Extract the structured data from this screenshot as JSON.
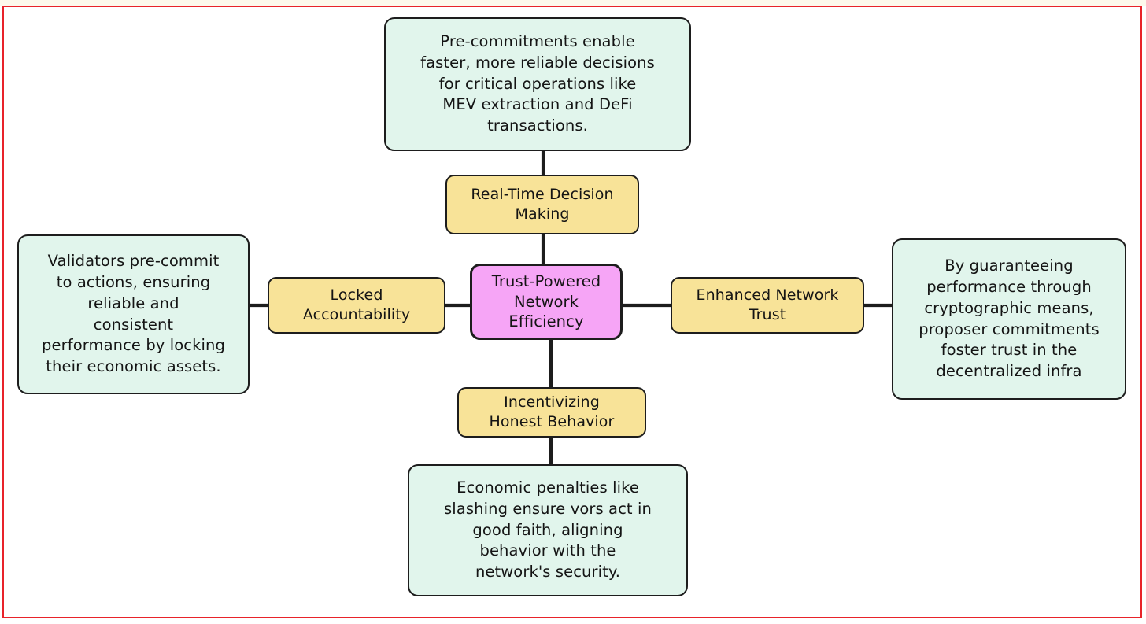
{
  "diagram": {
    "type": "mind-map",
    "frame_color": "#e8232a",
    "background": "#ffffff",
    "center": {
      "label": "Trust-Powered\nNetwork\nEfficiency",
      "fill": "#f6a5f6",
      "stroke": "#1d1d1d"
    },
    "branches": [
      {
        "id": "real-time-decision-making",
        "label": "Real-Time Decision\nMaking",
        "fill": "#f8e398",
        "position": "top",
        "detail": {
          "id": "real-time-decision-making-detail",
          "text": "Pre-commitments enable\nfaster, more reliable decisions\nfor critical operations like\nMEV extraction and DeFi\ntransactions.",
          "fill": "#e1f5ec"
        }
      },
      {
        "id": "locked-accountability",
        "label": "Locked\nAccountability",
        "fill": "#f8e398",
        "position": "left",
        "detail": {
          "id": "locked-accountability-detail",
          "text": "Validators pre-commit\nto actions, ensuring\nreliable and\nconsistent\nperformance by locking\ntheir economic assets.",
          "fill": "#e1f5ec"
        }
      },
      {
        "id": "enhanced-network-trust",
        "label": "Enhanced Network\nTrust",
        "fill": "#f8e398",
        "position": "right",
        "detail": {
          "id": "enhanced-network-trust-detail",
          "text": "By guaranteeing\nperformance through\ncryptographic means,\nproposer commitments\nfoster trust in the\ndecentralized infra",
          "fill": "#e1f5ec"
        }
      },
      {
        "id": "incentivizing-honest-behavior",
        "label": "Incentivizing\nHonest Behavior",
        "fill": "#f8e398",
        "position": "bottom",
        "detail": {
          "id": "incentivizing-honest-behavior-detail",
          "text": "Economic penalties like\nslashing ensure vors act in\ngood faith, aligning\nbehavior with the\nnetwork's security.",
          "fill": "#e1f5ec"
        }
      }
    ]
  }
}
